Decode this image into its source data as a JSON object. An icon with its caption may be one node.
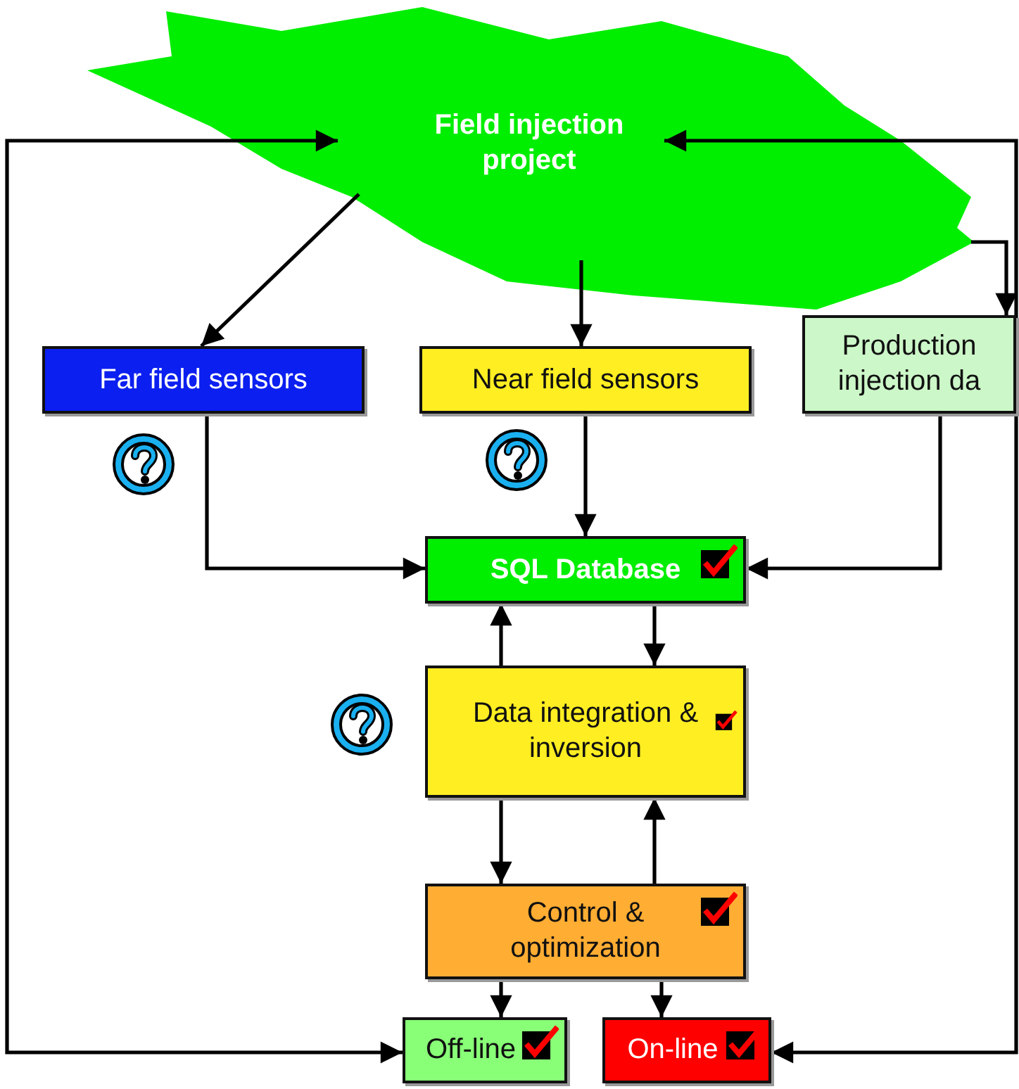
{
  "diagram": {
    "nodes": [
      {
        "text": [
          "Field injection project"
        ]
      },
      {
        "text": [
          "Far field sensors"
        ]
      },
      {
        "text": [
          "Near field sensors"
        ]
      },
      {
        "text": [
          "Production injection da"
        ]
      },
      {
        "text": [
          "SQL Database"
        ]
      },
      {
        "text": [
          "Data integration & inversion"
        ]
      },
      {
        "text": [
          "Control & optimization"
        ]
      },
      {
        "text": [
          "Off-line"
        ]
      },
      {
        "text": [
          "On-line"
        ]
      }
    ],
    "edges": [
      {
        "from": 0,
        "to": 1,
        "arrow": "to"
      },
      {
        "from": 0,
        "to": 2,
        "arrow": "to"
      },
      {
        "from": 0,
        "to": 3,
        "arrow": "to"
      },
      {
        "from": 1,
        "to": 4,
        "arrow": "to"
      },
      {
        "from": 2,
        "to": 4,
        "arrow": "to"
      },
      {
        "from": 3,
        "to": 4,
        "arrow": "to"
      },
      {
        "from": 4,
        "to": 5,
        "arrow": "to"
      },
      {
        "from": 5,
        "to": 4,
        "arrow": "to"
      },
      {
        "from": 5,
        "to": 6,
        "arrow": "to"
      },
      {
        "from": 6,
        "to": 5,
        "arrow": "to"
      },
      {
        "from": 6,
        "to": 7,
        "arrow": "to"
      },
      {
        "from": 6,
        "to": 8,
        "arrow": "to"
      },
      {
        "from": 7,
        "to": 0,
        "arrow": "both"
      },
      {
        "from": 8,
        "to": 0,
        "arrow": "both"
      }
    ]
  }
}
